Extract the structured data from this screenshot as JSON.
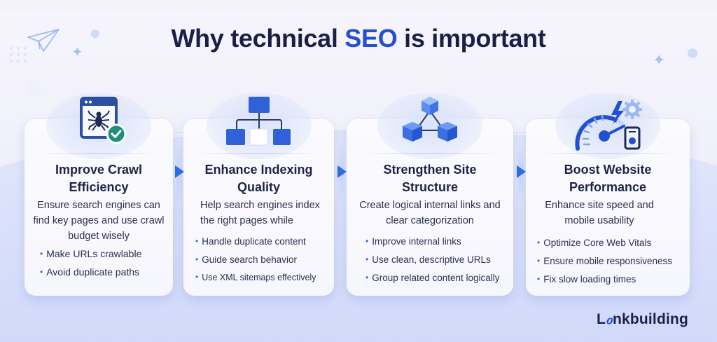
{
  "header": {
    "title_pre": "Why technical ",
    "title_accent": "SEO",
    "title_post": " is important"
  },
  "colors": {
    "accent": "#2350d3",
    "dark_text": "#1b1f45",
    "bullet": "#2f6be2",
    "check_badge": "#1f8f7a"
  },
  "cards": [
    {
      "icon": "browser-spider-check-icon",
      "title": "Improve Crawl Efficiency",
      "description": "Ensure search engines can find key pages and use crawl budget wisely",
      "bullets": [
        "Make URLs crawlable",
        "Avoid duplicate paths"
      ]
    },
    {
      "icon": "sitemap-hierarchy-icon",
      "title": "Enhance Indexing Quality",
      "description": "Help search engines index the right pages while",
      "bullets": [
        "Handle duplicate content",
        "Guide search behavior",
        "Use XML sitemaps effectively"
      ]
    },
    {
      "icon": "linked-cubes-icon",
      "title": "Strengthen Site Structure",
      "description": "Create logical internal links and clear categorization",
      "bullets": [
        "Improve internal links",
        "Use clean, descriptive URLs",
        "Group related content logically"
      ]
    },
    {
      "icon": "speedometer-bolt-mobile-icon",
      "title": "Boost Website Performance",
      "description": "Enhance site speed and mobile usability",
      "bullets": [
        "Optimize Core Web Vitals",
        "Ensure mobile responsiveness",
        "Fix slow loading times"
      ]
    }
  ],
  "bullet_glyph": "•",
  "brand": {
    "pre": "L",
    "mark": "ℴ",
    "post": "nkbuilding"
  }
}
